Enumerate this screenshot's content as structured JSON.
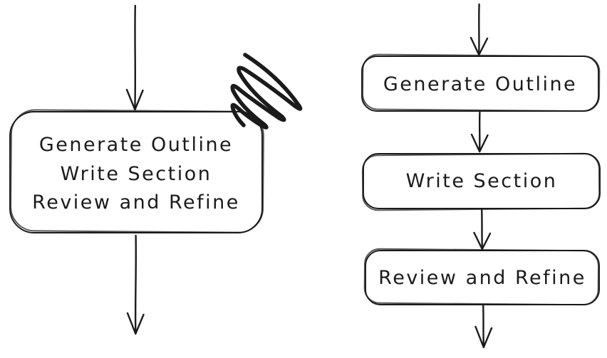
{
  "diagram": {
    "background_color": "#ffffff",
    "ink_color": "#1b1b1b",
    "left_flow": {
      "description": "single combined process node with scribble annotation",
      "node_lines": [
        "Generate Outline",
        "Write Section",
        "Review and Refine"
      ]
    },
    "right_flow": {
      "description": "three sequential process nodes",
      "nodes": [
        "Generate Outline",
        "Write Section",
        "Review and Refine"
      ]
    }
  }
}
